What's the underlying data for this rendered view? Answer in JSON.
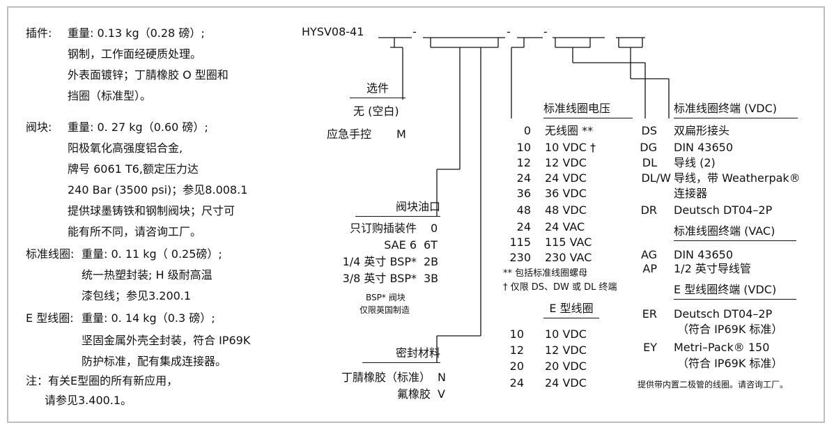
{
  "model": "HYSV08-41",
  "left": {
    "insert_label": "插件:",
    "insert_lines": [
      "重量: 0.13 kg（0.28 磅）;",
      "钢制，工作面经硬质处理。",
      "外表面镀锌；丁腈橡胶 O 型圈和",
      "挡圈（标准型）。"
    ],
    "body_label": "阀块:",
    "body_lines": [
      "重量: 0. 27 kg（0.60 磅）;",
      "阳极氧化高强度铝合金,",
      "牌号 6061 T6,额定压力达",
      "240 Bar (3500 psi)；参见8.008.1",
      "提供球墨铸铁和钢制阀块；尺寸可",
      "能有所不同，请咨询工厂。"
    ],
    "std_coil_label": "标准线圈:",
    "std_coil_lines": [
      "重量: 0. 11 kg（ 0.25磅）;",
      "统一热塑封装; H 级耐高温",
      "漆包线；参见3.200.1"
    ],
    "e_coil_label": "E 型线圈:",
    "e_coil_lines": [
      "重量: 0. 14 kg（0.3 磅）;",
      "坚固金属外壳全封装，符合 IP69K",
      "防护标准，配有集成连接器。"
    ],
    "note_lines": [
      "注：有关E型圈的所有新应用，",
      "请参见3.400.1。"
    ]
  },
  "options": {
    "title": "选件",
    "none_label": "无 (空白)",
    "manual_label": "应急手控",
    "manual_code": "M"
  },
  "ports": {
    "title": "阀块油口",
    "rows": [
      {
        "label": "只订购插装件",
        "code": "0"
      },
      {
        "label": "SAE 6",
        "code": "6T"
      },
      {
        "label": "1/4 英寸 BSP*",
        "code": "2B"
      },
      {
        "label": "3/8 英寸 BSP*",
        "code": "3B"
      }
    ],
    "note1": "BSP* 阀块",
    "note2": "仅限英国制造"
  },
  "seals": {
    "title": "密封材料",
    "rows": [
      {
        "label": "丁腈橡胶（标准）",
        "code": "N"
      },
      {
        "label": "氟橡胶",
        "code": "V"
      }
    ]
  },
  "voltage": {
    "title": "标准线圈电压",
    "rows": [
      {
        "code": "0",
        "label": "无线圈 **"
      },
      {
        "code": "10",
        "label": "10 VDC †"
      },
      {
        "code": "12",
        "label": "12 VDC"
      },
      {
        "code": "24",
        "label": "24 VDC"
      },
      {
        "code": "36",
        "label": "36 VDC"
      },
      {
        "code": "48",
        "label": "48 VDC"
      },
      {
        "code": "24",
        "label": "24 VAC"
      },
      {
        "code": "115",
        "label": "115 VAC"
      },
      {
        "code": "230",
        "label": "230 VAC"
      }
    ],
    "note1": "** 包括标准线圈螺母",
    "note2": "† 仅限 DS、DW 或 DL 终端",
    "e_title": "E 型线圈",
    "e_rows": [
      {
        "code": "10",
        "label": "10 VDC"
      },
      {
        "code": "12",
        "label": "12 VDC"
      },
      {
        "code": "20",
        "label": "20 VDC"
      },
      {
        "code": "24",
        "label": "24 VDC"
      }
    ]
  },
  "terminations": {
    "dc_title": "标准线圈终端 (VDC)",
    "dc_rows": [
      {
        "code": "DS",
        "label": "双扁形接头"
      },
      {
        "code": "DG",
        "label": "DIN 43650"
      },
      {
        "code": "DL",
        "label": "导线 (2)"
      },
      {
        "code": "DL/W",
        "label": "导线，带 Weatherpak®"
      }
    ],
    "dlw_cont": "连接器",
    "dr_code": "DR",
    "dr_label": "Deutsch DT04–2P",
    "ac_title": "标准线圈终端 (VAC)",
    "ac_rows": [
      {
        "code": "AG",
        "label": "DIN 43650"
      },
      {
        "code": "AP",
        "label": "1/2 英寸导线管"
      }
    ],
    "e_title": "E 型线圈终端 (VDC)",
    "er_code": "ER",
    "er_label": "Deutsch DT04–2P",
    "er_sub": "（符合 IP69K 标准）",
    "ey_code": "EY",
    "ey_label": "Metri–Pack® 150",
    "ey_sub": "（符合 IP69K 标准）",
    "footnote": "提供带内置二极管的线圈。请咨询工厂。"
  }
}
